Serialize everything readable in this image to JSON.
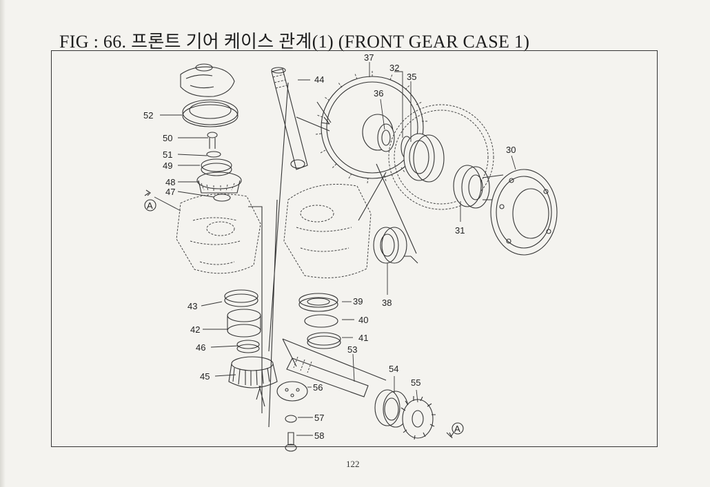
{
  "page": {
    "title": "FIG : 66. 프론트 기어 케이스 관계(1) (FRONT GEAR CASE 1)",
    "page_number": "122"
  },
  "callouts": {
    "p30": "30",
    "p31": "31",
    "p32": "32",
    "p35": "35",
    "p36": "36",
    "p37": "37",
    "p38": "38",
    "p39": "39",
    "p40": "40",
    "p41": "41",
    "p42": "42",
    "p43": "43",
    "p44": "44",
    "p45": "45",
    "p46": "46",
    "p47": "47",
    "p48": "48",
    "p49": "49",
    "p50": "50",
    "p51": "51",
    "p52": "52",
    "p53": "53",
    "p54": "54",
    "p55": "55",
    "p56": "56",
    "p57": "57",
    "p58": "58"
  },
  "reference_marks": {
    "left": "A",
    "right": "A"
  }
}
